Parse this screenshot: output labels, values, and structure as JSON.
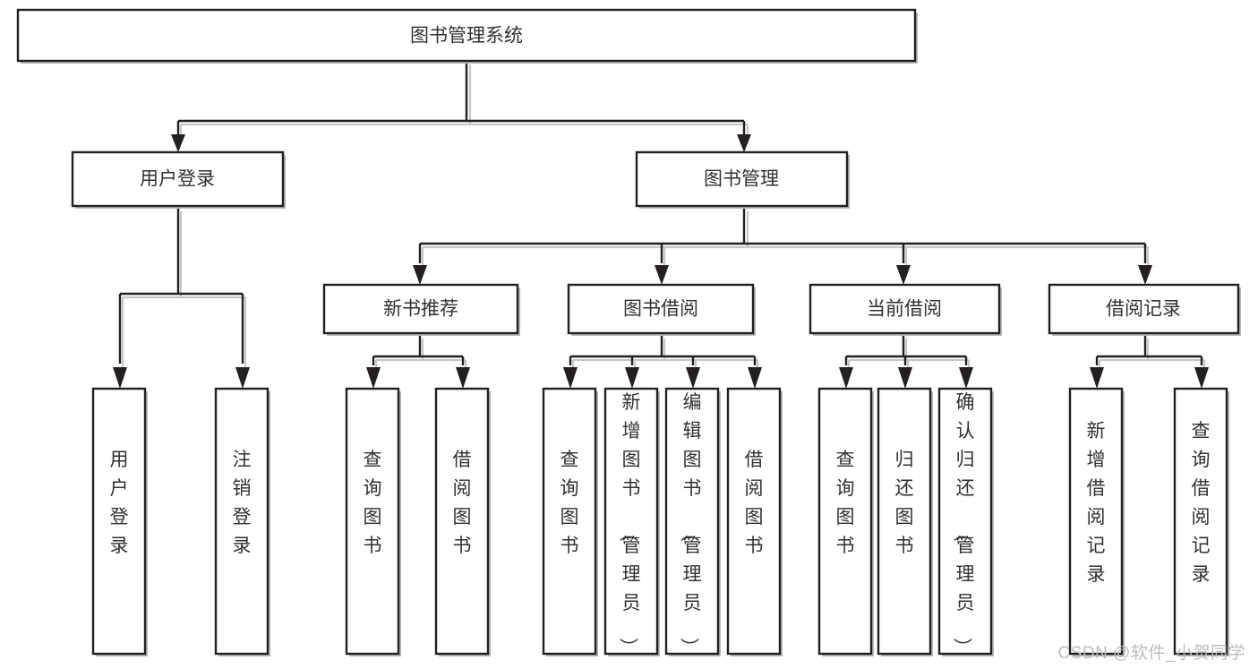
{
  "diagram": {
    "title": "图书管理系统",
    "type": "hierarchy-tree",
    "watermark": "CSDN @软件_小贺同学",
    "root": {
      "id": "root",
      "label": "图书管理系统",
      "orientation": "horizontal"
    },
    "level2": [
      {
        "id": "user-login",
        "label": "用户登录",
        "orientation": "horizontal"
      },
      {
        "id": "book-manage",
        "label": "图书管理",
        "orientation": "horizontal"
      }
    ],
    "level3": [
      {
        "id": "new-book-recommend",
        "label": "新书推荐",
        "orientation": "horizontal",
        "parent": "book-manage"
      },
      {
        "id": "book-borrow",
        "label": "图书借阅",
        "orientation": "horizontal",
        "parent": "book-manage"
      },
      {
        "id": "current-borrow",
        "label": "当前借阅",
        "orientation": "horizontal",
        "parent": "book-manage"
      },
      {
        "id": "borrow-record",
        "label": "借阅记录",
        "orientation": "horizontal",
        "parent": "book-manage"
      }
    ],
    "leaves": [
      {
        "id": "leaf-user-login",
        "label": "用户登录",
        "orientation": "vertical",
        "parent": "user-login"
      },
      {
        "id": "leaf-user-logout",
        "label": "注销登录",
        "orientation": "vertical",
        "parent": "user-login"
      },
      {
        "id": "leaf-query-book-1",
        "label": "查询图书",
        "orientation": "vertical",
        "parent": "new-book-recommend"
      },
      {
        "id": "leaf-borrow-book-1",
        "label": "借阅图书",
        "orientation": "vertical",
        "parent": "new-book-recommend"
      },
      {
        "id": "leaf-query-book-2",
        "label": "查询图书",
        "orientation": "vertical",
        "parent": "book-borrow"
      },
      {
        "id": "leaf-add-book",
        "label": "新增图书（管理员）",
        "orientation": "vertical",
        "parent": "book-borrow"
      },
      {
        "id": "leaf-edit-book",
        "label": "编辑图书（管理员）",
        "orientation": "vertical",
        "parent": "book-borrow"
      },
      {
        "id": "leaf-borrow-book-2",
        "label": "借阅图书",
        "orientation": "vertical",
        "parent": "book-borrow"
      },
      {
        "id": "leaf-query-book-3",
        "label": "查询图书",
        "orientation": "vertical",
        "parent": "current-borrow"
      },
      {
        "id": "leaf-return-book",
        "label": "归还图书",
        "orientation": "vertical",
        "parent": "current-borrow"
      },
      {
        "id": "leaf-confirm-return",
        "label": "确认归还（管理员）",
        "orientation": "vertical",
        "parent": "current-borrow"
      },
      {
        "id": "leaf-add-record",
        "label": "新增借阅记录",
        "orientation": "vertical",
        "parent": "borrow-record"
      },
      {
        "id": "leaf-query-record",
        "label": "查询借阅记录",
        "orientation": "vertical",
        "parent": "borrow-record"
      }
    ],
    "colors": {
      "box_fill": "#ffffff",
      "box_stroke": "#23201f",
      "text": "#33312f",
      "watermark": "#bdbdbd",
      "background": "#ffffff"
    }
  }
}
